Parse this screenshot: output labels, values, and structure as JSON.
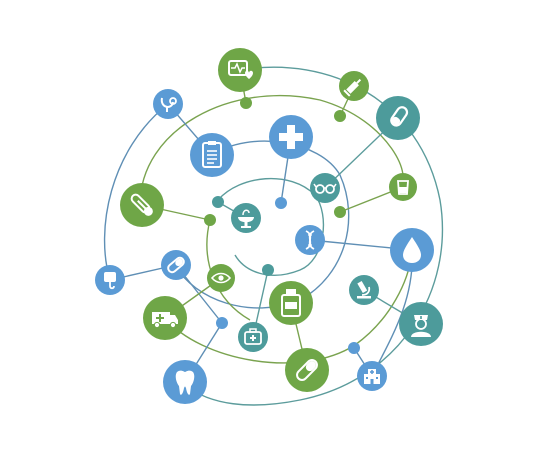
{
  "diagram": {
    "type": "medical-network-spiral",
    "background": "#ffffff",
    "colors": {
      "green": "#6fa647",
      "blue": "#5b9bd5",
      "teal": "#4d9b9b",
      "line_green": "#7aa34f",
      "line_blue": "#5f8fb5",
      "line_teal": "#5c9c9c",
      "icon_fill": "#ffffff"
    },
    "nodes": [
      {
        "name": "heart-monitor-icon",
        "color": "green"
      },
      {
        "name": "syringe-icon",
        "color": "green"
      },
      {
        "name": "test-tube-icon",
        "color": "teal"
      },
      {
        "name": "stethoscope-icon",
        "color": "blue"
      },
      {
        "name": "medical-report-icon",
        "color": "blue"
      },
      {
        "name": "medical-cross-icon",
        "color": "blue"
      },
      {
        "name": "eyeglasses-icon",
        "color": "teal"
      },
      {
        "name": "medicine-glass-icon",
        "color": "green"
      },
      {
        "name": "thermometer-icon",
        "color": "green"
      },
      {
        "name": "pharmacy-bowl-icon",
        "color": "teal"
      },
      {
        "name": "dna-icon",
        "color": "blue"
      },
      {
        "name": "blood-drop-icon",
        "color": "blue"
      },
      {
        "name": "iv-bag-icon",
        "color": "blue"
      },
      {
        "name": "pill-icon",
        "color": "blue"
      },
      {
        "name": "eye-icon",
        "color": "green"
      },
      {
        "name": "microscope-icon",
        "color": "teal"
      },
      {
        "name": "medicine-bottle-icon",
        "color": "green"
      },
      {
        "name": "ambulance-icon",
        "color": "green"
      },
      {
        "name": "first-aid-kit-icon",
        "color": "teal"
      },
      {
        "name": "nurse-icon",
        "color": "teal"
      },
      {
        "name": "tooth-icon",
        "color": "blue"
      },
      {
        "name": "capsule-icon",
        "color": "green"
      },
      {
        "name": "hospital-icon",
        "color": "blue"
      }
    ]
  }
}
